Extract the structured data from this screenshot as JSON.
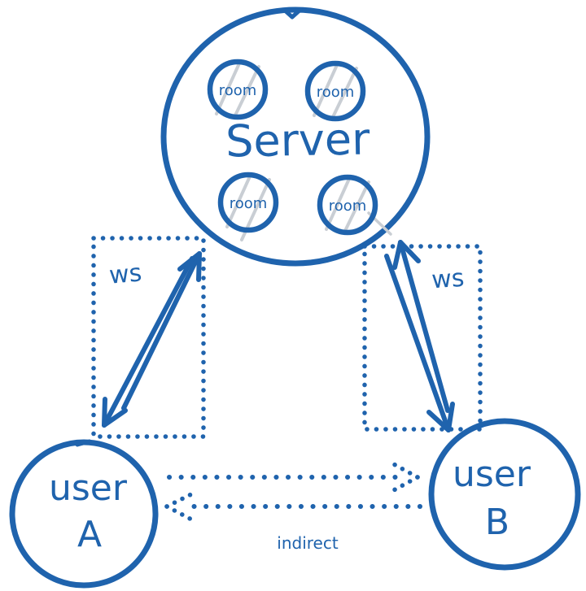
{
  "colors": {
    "ink": "#1f63ad",
    "hatch": "#c9ced4",
    "bg": "#ffffff"
  },
  "diagram": {
    "server": {
      "label": "Server"
    },
    "rooms": [
      {
        "label": "room"
      },
      {
        "label": "room"
      },
      {
        "label": "room"
      },
      {
        "label": "room"
      }
    ],
    "connections": {
      "left_ws": {
        "label": "ws"
      },
      "right_ws": {
        "label": "ws"
      }
    },
    "users": {
      "a": {
        "line1": "user",
        "line2": "A"
      },
      "b": {
        "line1": "user",
        "line2": "B"
      }
    },
    "indirect": {
      "label": "indirect"
    }
  }
}
